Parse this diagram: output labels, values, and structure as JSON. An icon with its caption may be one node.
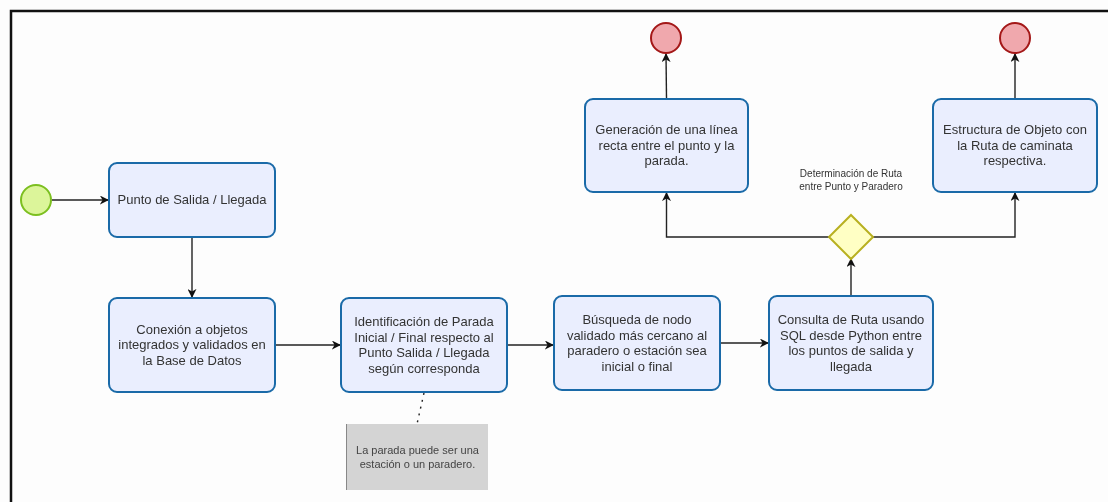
{
  "diagram": {
    "nodes": [
      {
        "text": [],
        "shape": "circle"
      },
      {
        "text": [
          "Punto de Salida / Llegada"
        ]
      },
      {
        "text": [
          "Conexión a objetos integrados y validados en la Base de Datos"
        ]
      },
      {
        "text": [
          "Identificación de Parada Inicial / Final respecto al Punto Salida / Llegada según corresponda"
        ]
      },
      {
        "text": [
          "Búsqueda de nodo validado más cercano al paradero o estación sea inicial o final"
        ]
      },
      {
        "text": [
          "Consulta de Ruta usando SQL desde Python entre los puntos de salida y llegada"
        ]
      },
      {
        "text": [],
        "shape": "diamond",
        "beside": [
          "Determinación de Ruta entre Punto y Paradero"
        ]
      },
      {
        "text": [
          "Generación de una línea recta entre el punto y la parada."
        ]
      },
      {
        "text": [
          "Estructura de Objeto con la Ruta de caminata respectiva."
        ]
      },
      {
        "text": [],
        "shape": "circle"
      },
      {
        "text": [],
        "shape": "circle"
      },
      {
        "text": [
          "La parada puede ser una estación o un paradero."
        ]
      }
    ],
    "edges": [
      {
        "from": 0,
        "to": 1,
        "arrow": "to"
      },
      {
        "from": 1,
        "to": 2,
        "arrow": "to"
      },
      {
        "from": 2,
        "to": 3,
        "arrow": "to"
      },
      {
        "from": 3,
        "to": 4,
        "arrow": "to"
      },
      {
        "from": 4,
        "to": 5,
        "arrow": "to"
      },
      {
        "from": 5,
        "to": 6,
        "arrow": "to"
      },
      {
        "from": 6,
        "to": 7,
        "arrow": "to"
      },
      {
        "from": 6,
        "to": 8,
        "arrow": "to"
      },
      {
        "from": 7,
        "to": 9,
        "arrow": "to"
      },
      {
        "from": 8,
        "to": 10,
        "arrow": "to"
      },
      {
        "from": 3,
        "to": 11,
        "arrow": "none",
        "style": "dashed"
      }
    ]
  }
}
